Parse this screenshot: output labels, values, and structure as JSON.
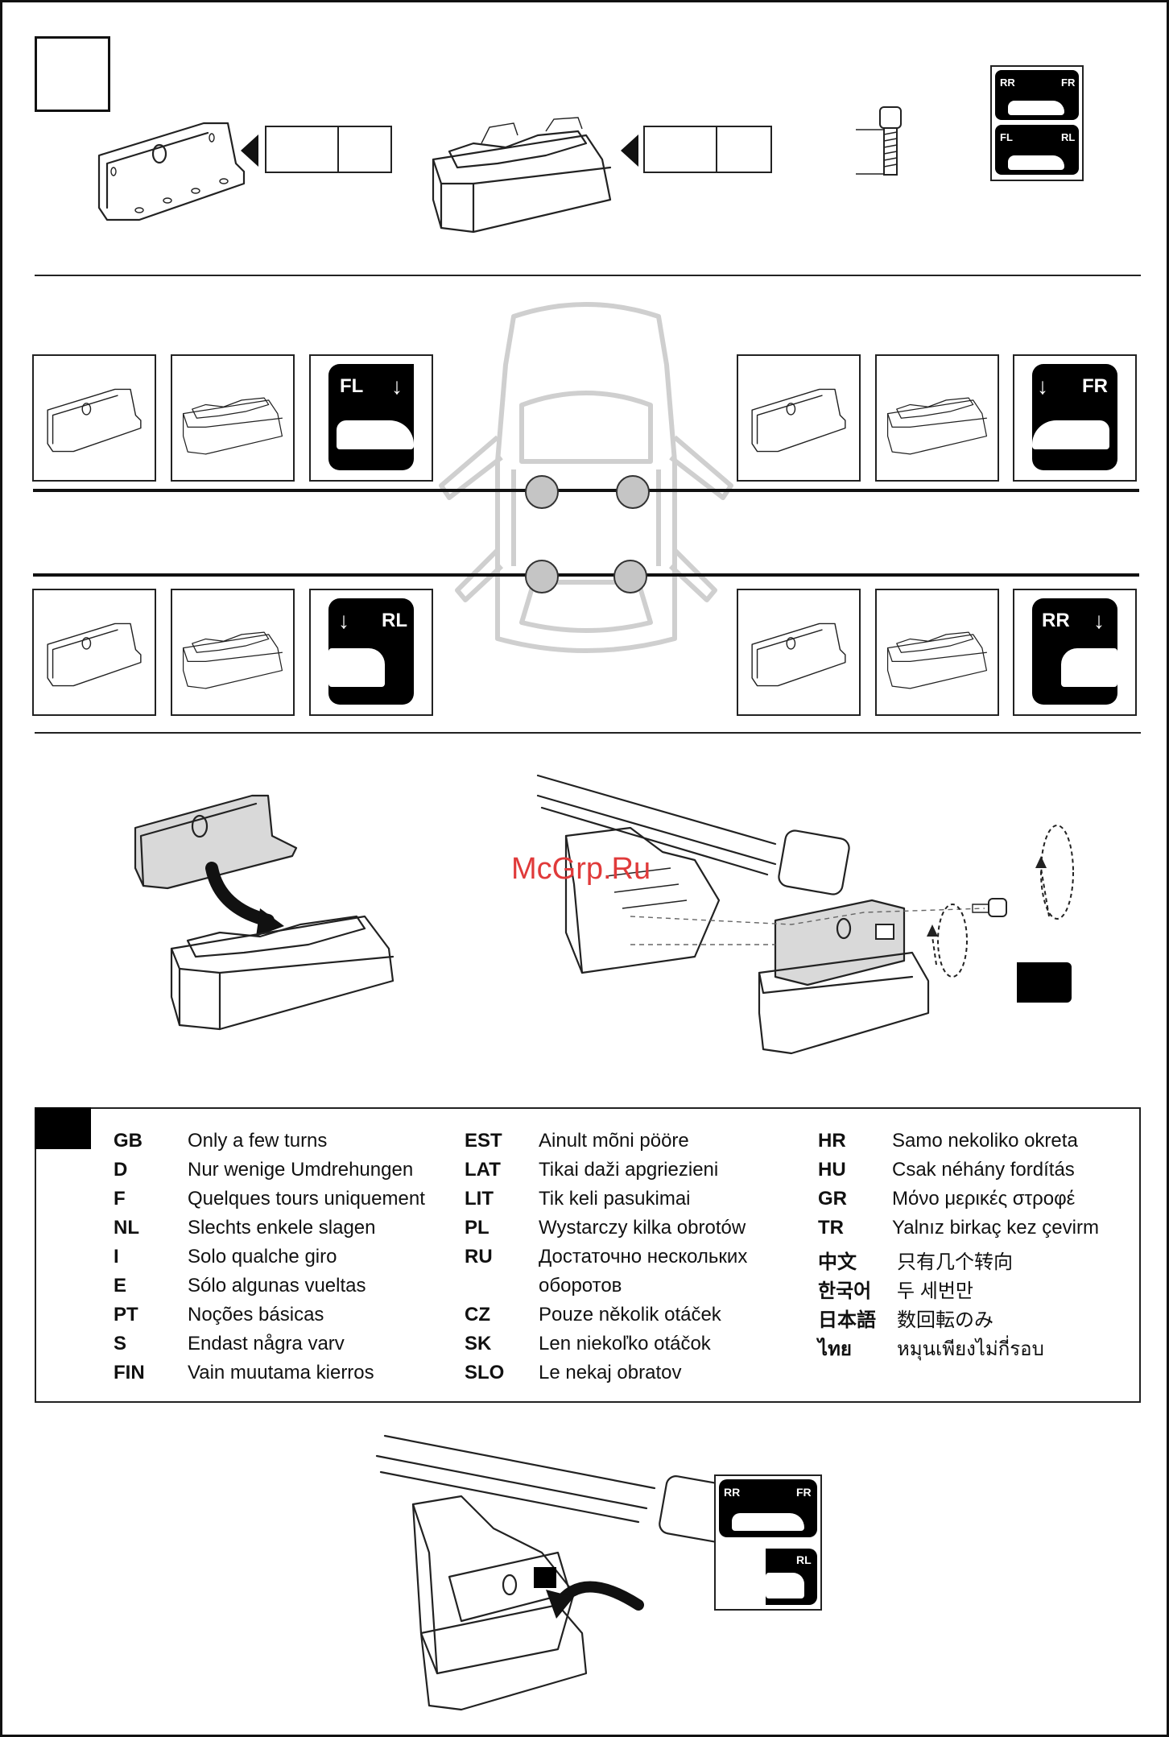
{
  "positions": {
    "fl": "FL",
    "fr": "FR",
    "rl": "RL",
    "rr": "RR"
  },
  "watermark": "McGrp.Ru",
  "note_icon": "info-tab",
  "languages": [
    {
      "code": "GB",
      "text": "Only a few turns"
    },
    {
      "code": "D",
      "text": "Nur wenige Umdrehungen"
    },
    {
      "code": "F",
      "text": "Quelques tours uniquement"
    },
    {
      "code": "NL",
      "text": "Slechts enkele slagen"
    },
    {
      "code": "I",
      "text": "Solo qualche giro"
    },
    {
      "code": "E",
      "text": "Sólo algunas vueltas"
    },
    {
      "code": "PT",
      "text": "Noções básicas"
    },
    {
      "code": "S",
      "text": "Endast några varv"
    },
    {
      "code": "FIN",
      "text": "Vain muutama kierros"
    },
    {
      "code": "EST",
      "text": "Ainult mõni pööre"
    },
    {
      "code": "LAT",
      "text": "Tikai daži apgriezieni"
    },
    {
      "code": "LIT",
      "text": "Tik keli pasukimai"
    },
    {
      "code": "PL",
      "text": "Wystarczy kilka obrotów"
    },
    {
      "code": "RU",
      "text": "Достаточно нескольких"
    },
    {
      "code": "",
      "text": "оборотов"
    },
    {
      "code": "CZ",
      "text": "Pouze několik otáček"
    },
    {
      "code": "SK",
      "text": "Len niekoľko otáčok"
    },
    {
      "code": "SLO",
      "text": "Le nekaj obratov"
    },
    {
      "code": "HR",
      "text": "Samo nekoliko okreta"
    },
    {
      "code": "HU",
      "text": "Csak néhány fordítás"
    },
    {
      "code": "GR",
      "text": "Μόνο μερικές στροφέ"
    },
    {
      "code": "TR",
      "text": "Yalnız birkaç kez çevirm"
    },
    {
      "code": "中文",
      "text": "只有几个转向"
    },
    {
      "code": "한국어",
      "text": "두 세번만"
    },
    {
      "code": "日本語",
      "text": "数回転のみ"
    },
    {
      "code": "ไทย",
      "text": "หมุนเพียงไม่กี่รอบ"
    }
  ]
}
